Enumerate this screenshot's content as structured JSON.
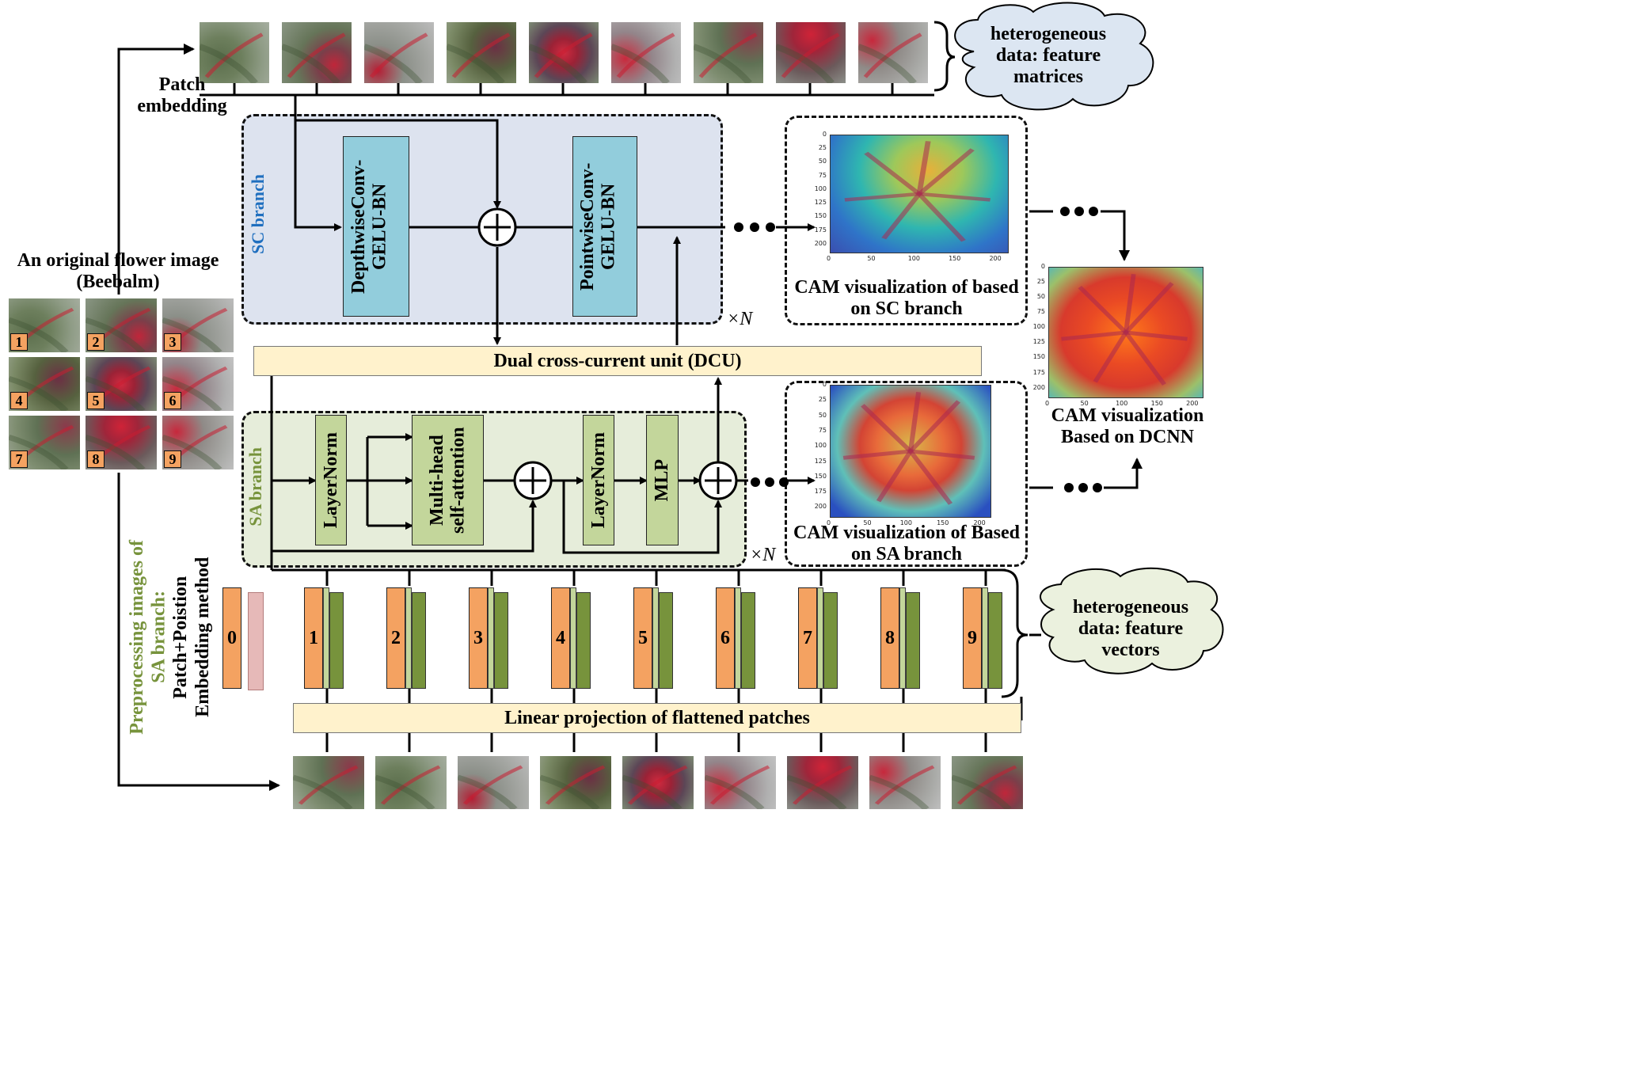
{
  "original_image": {
    "title": "An original flower image (Beebalm)",
    "grid_numbers": [
      "1",
      "2",
      "3",
      "4",
      "5",
      "6",
      "7",
      "8",
      "9"
    ]
  },
  "patch_embedding_label": "Patch embedding",
  "cloud_top": "heterogeneous data: feature matrices",
  "cloud_bottom": "heterogeneous data: feature vectors",
  "sc_branch": {
    "label": "SC branch",
    "depthwise": "DepthwiseConv-GELU-BN",
    "pointwise": "PointwiseConv-GELU-BN",
    "repeat": "×N"
  },
  "dcu_label": "Dual cross-current unit (DCU)",
  "sa_branch": {
    "label": "SA branch",
    "layernorm1": "LayerNorm",
    "mhsa": "Multi-head self-attention",
    "layernorm2": "LayerNorm",
    "mlp": "MLP",
    "repeat": "×N"
  },
  "cam": {
    "sc_caption": "CAM visualization of based on SC branch",
    "sa_caption": "CAM visualization of Based on SA branch",
    "dcnn_caption": "CAM visualization Based on DCNN",
    "y_ticks": [
      "0",
      "25",
      "50",
      "75",
      "100",
      "125",
      "150",
      "175",
      "200"
    ],
    "x_ticks": [
      "0",
      "50",
      "100",
      "150",
      "200"
    ]
  },
  "preprocessing_label": {
    "line1": "Preprocessing images of",
    "line2": "SA branch:",
    "line3": "Patch+Poistion",
    "line4": "Embedding method"
  },
  "token_numbers": [
    "0",
    "1",
    "2",
    "3",
    "4",
    "5",
    "6",
    "7",
    "8",
    "9"
  ],
  "linear_projection_label": "Linear projection of flattened patches",
  "colors": {
    "sc_panel": "#dde3ef",
    "sa_panel": "#e6edda",
    "sc_block": "#92cddc",
    "sa_block": "#c3d69b",
    "bar": "#fff2cc",
    "token_orange": "#f4a261",
    "token_green": "#77933c",
    "token_light_green": "#c3d69b",
    "class_token_pink": "#e6b9b8",
    "cloud_top": "#dce6f2",
    "cloud_bottom": "#ebf1de"
  }
}
